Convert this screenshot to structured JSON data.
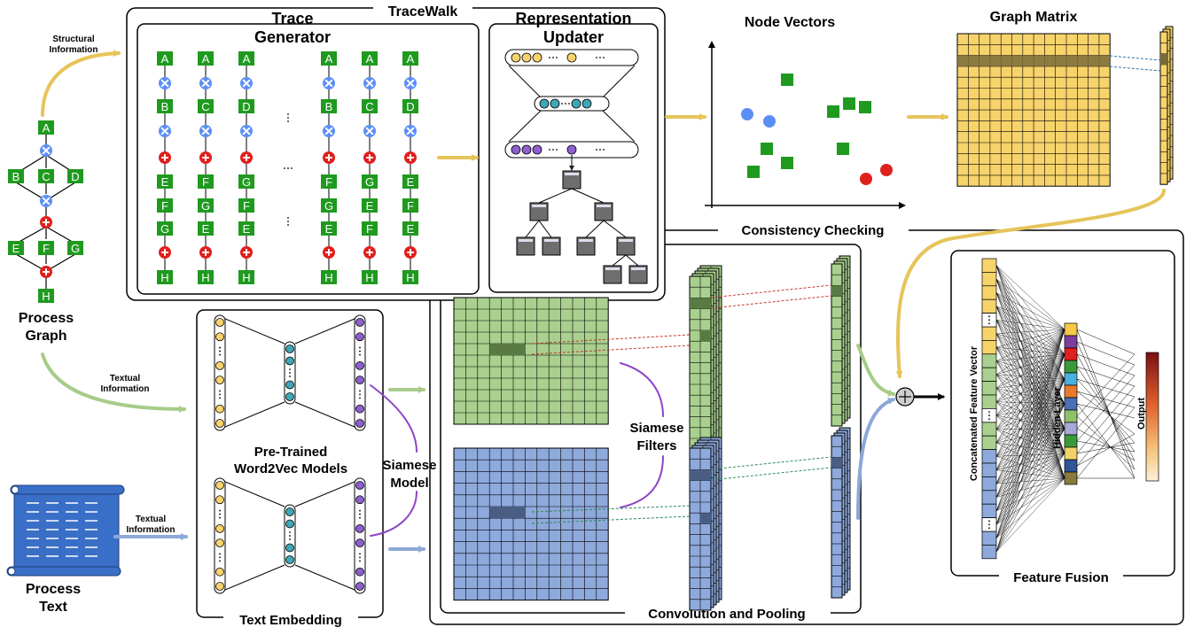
{
  "sections": {
    "tracewalk": "TraceWalk",
    "trace_generator": [
      "Trace",
      "Generator"
    ],
    "representation_updater": [
      "Representation",
      "Updater"
    ],
    "node_vectors": "Node Vectors",
    "graph_matrix": "Graph Matrix",
    "consistency_checking": "Consistency Checking",
    "convolution_pooling": "Convolution and Pooling",
    "text_embedding": "Text Embedding",
    "feature_fusion": "Feature Fusion"
  },
  "labels": {
    "structural_information": [
      "Structural",
      "Information"
    ],
    "textual_information_top": [
      "Textual",
      "Information"
    ],
    "textual_information_bottom": [
      "Textual",
      "Information"
    ],
    "process_graph": [
      "Process",
      "Graph"
    ],
    "process_text": [
      "Process",
      "Text"
    ],
    "pretrained_models": [
      "Pre-Trained",
      "Word2Vec Models"
    ],
    "siamese_model": [
      "Siamese",
      "Model"
    ],
    "siamese_filters": [
      "Siamese",
      "Filters"
    ],
    "concatenated_feature_vector": "Concatenated Feature Vector",
    "hidden_layer": "Hidden Layer",
    "output": "Output"
  },
  "process_graph_nodes": [
    "A",
    "B",
    "C",
    "D",
    "E",
    "F",
    "G",
    "H"
  ],
  "traces": [
    [
      "A",
      "B",
      "E",
      "F",
      "G",
      "H"
    ],
    [
      "A",
      "C",
      "F",
      "G",
      "E",
      "H"
    ],
    [
      "A",
      "D",
      "G",
      "F",
      "E",
      "H"
    ],
    [
      "A",
      "B",
      "F",
      "G",
      "E",
      "H"
    ],
    [
      "A",
      "C",
      "G",
      "E",
      "F",
      "H"
    ],
    [
      "A",
      "D",
      "E",
      "F",
      "E",
      "H"
    ]
  ],
  "colors": {
    "task_green": "#1f9a1f",
    "xor_blue": "#5b8ff5",
    "and_red": "#e0201c",
    "yellow": "#f7d36b",
    "green_grid": "#a9d08e",
    "blue_grid": "#8ea9db",
    "arrow_yellow": "#e6c45a",
    "arrow_green": "#a7cc8a",
    "arrow_blue": "#8ba8d8",
    "purple": "#8e44c9"
  }
}
